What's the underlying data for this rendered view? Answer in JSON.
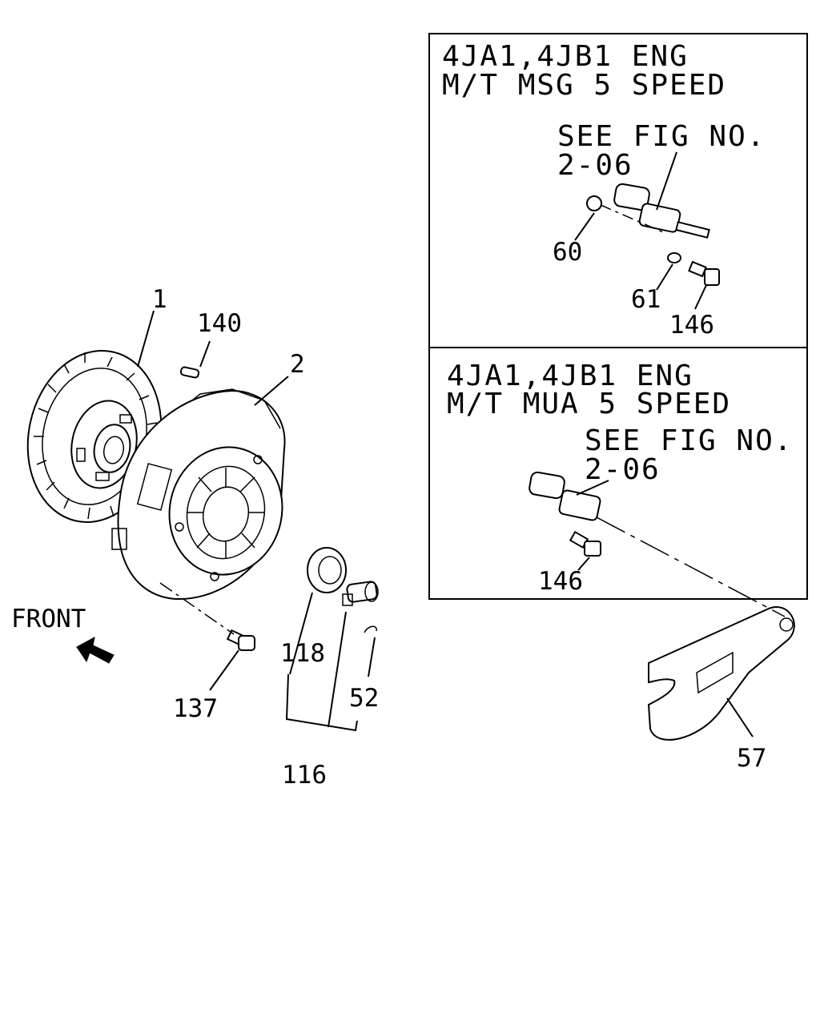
{
  "callouts": {
    "c1": "1",
    "c140": "140",
    "c2": "2",
    "c118": "118",
    "c116": "116",
    "c52": "52",
    "c137": "137",
    "c57": "57",
    "c60": "60",
    "c61": "61",
    "c146a": "146",
    "c146b": "146"
  },
  "front": {
    "label": "FRONT"
  },
  "box1": {
    "line1": "4JA1,4JB1 ENG",
    "line2": "M/T MSG 5 SPEED",
    "see1": "SEE FIG NO.",
    "see2": "2-06"
  },
  "box2": {
    "line1": "4JA1,4JB1 ENG",
    "line2": "M/T MUA 5 SPEED",
    "see1": "SEE FIG NO.",
    "see2": "2-06"
  }
}
